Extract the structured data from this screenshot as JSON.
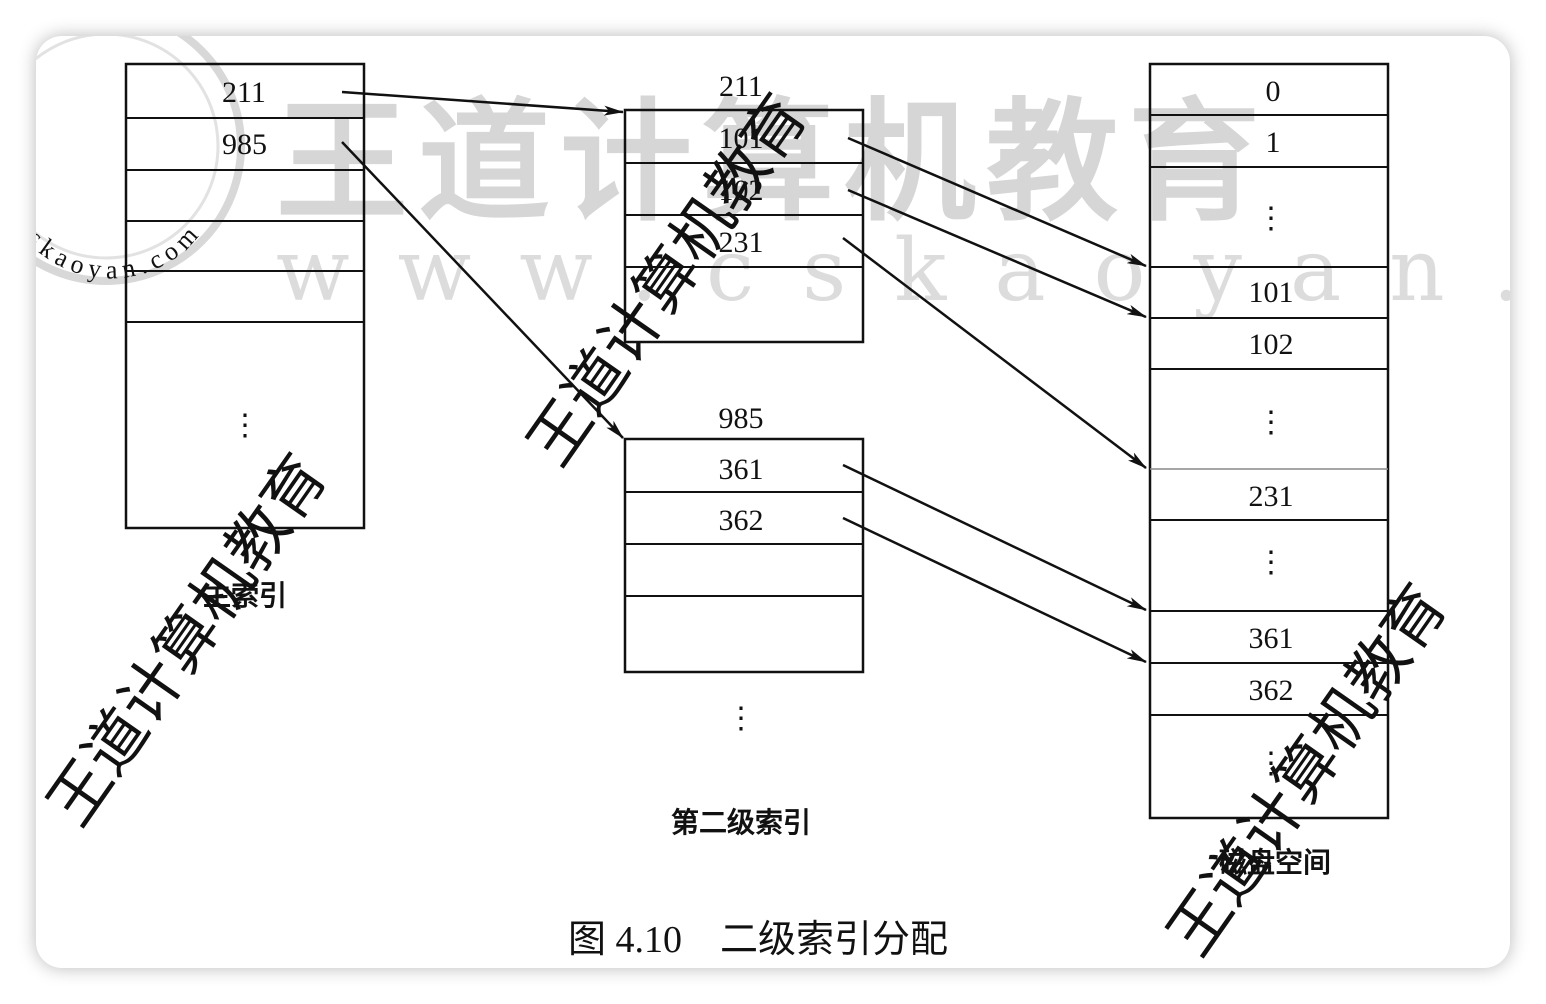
{
  "watermark": {
    "title": "王道计算机教育",
    "url": "www.cskaoyan.com",
    "diagonal": "王道计算机教育",
    "logo_text": "cskaoyan.com"
  },
  "primary_index": {
    "entries": [
      "211",
      "985"
    ],
    "ellipsis": "⋮",
    "label": "主索引"
  },
  "secondary_index": {
    "blocks": [
      {
        "header": "211",
        "entries": [
          "101",
          "102",
          "231"
        ]
      },
      {
        "header": "985",
        "entries": [
          "361",
          "362"
        ]
      }
    ],
    "ellipsis": "⋮",
    "label": "第二级索引"
  },
  "disk": {
    "cells": [
      "0",
      "1",
      "⋮",
      "101",
      "102",
      "⋮",
      "231",
      "⋮",
      "361",
      "362",
      "⋮"
    ],
    "label": "磁盘空间"
  },
  "caption": "图 4.10　二级索引分配",
  "colors": {
    "ink": "#111111",
    "watermark": "#d6d6d6"
  }
}
